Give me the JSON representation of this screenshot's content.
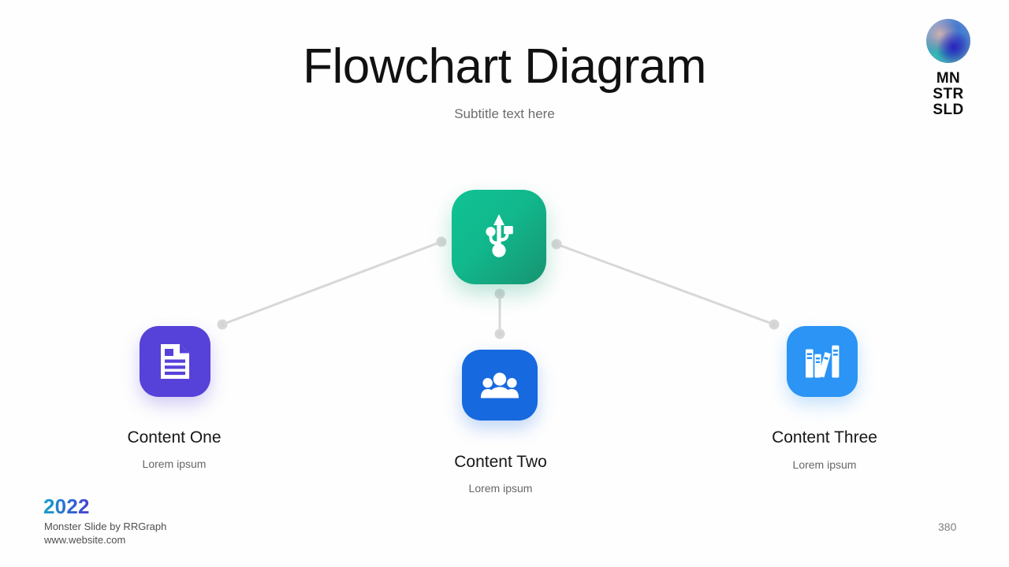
{
  "slide": {
    "background_color": "#ffffff",
    "title": "Flowchart Diagram",
    "subtitle": "Subtitle text here"
  },
  "logo": {
    "name": "monster-slide-logo",
    "sphere_icon": "gradient-sphere-icon",
    "line1": "MN",
    "line2": "STR",
    "line3": "SLD",
    "colors": {
      "blue": "#4aa0dd",
      "indigo": "#4340b8",
      "teal": "#27b7b0",
      "rose": "#d6b2b2"
    }
  },
  "diagram": {
    "type": "flowchart",
    "connector_color": "#d8d8d8",
    "root": {
      "id": "root-node",
      "icon": "usb-icon",
      "color_from": "#10c294",
      "color_to": "#179371",
      "title": "",
      "subtitle": ""
    },
    "nodes": [
      {
        "id": "content-one",
        "icon": "document-icon",
        "color": "#5642d9",
        "title": "Content One",
        "subtitle": "Lorem ipsum"
      },
      {
        "id": "content-two",
        "icon": "people-group-icon",
        "color": "#1769df",
        "title": "Content Two",
        "subtitle": "Lorem ipsum"
      },
      {
        "id": "content-three",
        "icon": "books-icon",
        "color": "#2b94f5",
        "title": "Content Three",
        "subtitle": "Lorem ipsum"
      }
    ]
  },
  "footer": {
    "year": "2022",
    "credit": "Monster Slide  by RRGraph",
    "website": "www.website.com",
    "page_number": "380"
  }
}
